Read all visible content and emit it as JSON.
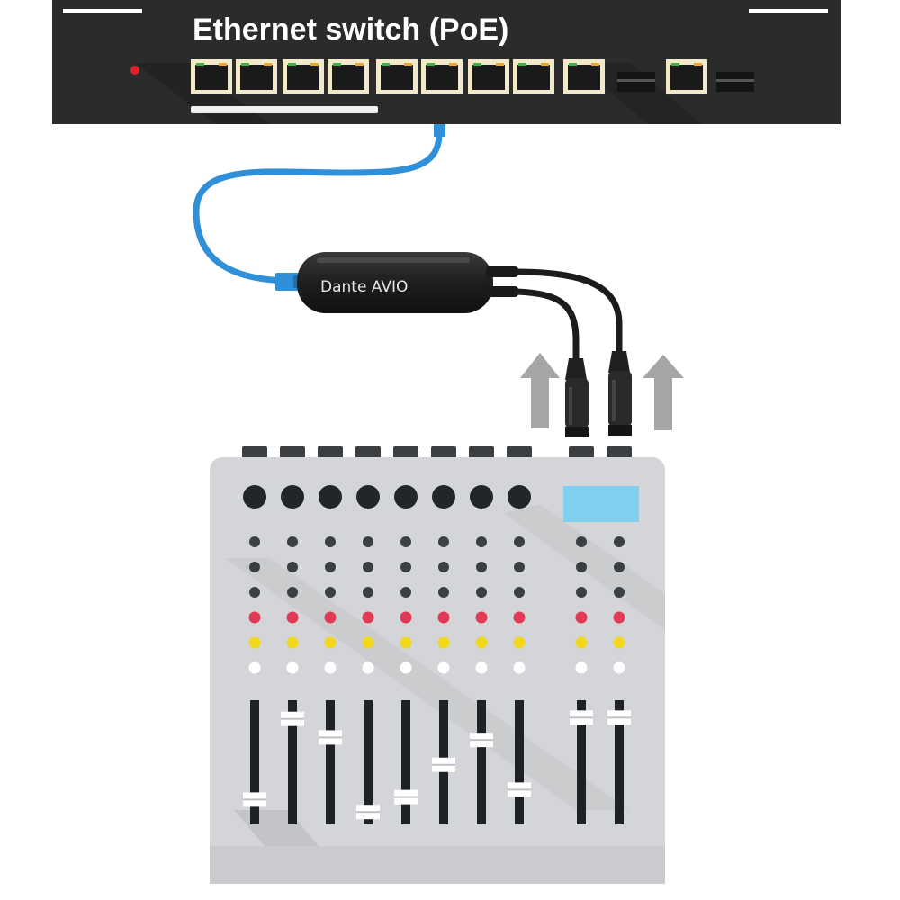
{
  "switch": {
    "title": "Ethernet switch (PoE)",
    "rj45_port_count": 10,
    "sfp_slot_count": 2
  },
  "adapter": {
    "label": "Dante AVIO"
  },
  "cable": {
    "color": "#2f8fd8"
  },
  "mixer": {
    "channel_count": 8,
    "master_column_count": 2,
    "fader_levels": [
      0.2,
      0.85,
      0.7,
      0.1,
      0.22,
      0.48,
      0.68,
      0.28
    ],
    "master_fader_levels": [
      0.86,
      0.86
    ]
  },
  "colors": {
    "switch_body": "#2b2b2b",
    "port_frame": "#f2e9c8",
    "port_led_green": "#3cb34a",
    "port_led_amber": "#f0a623",
    "mixer_body": "#d3d5d8",
    "knob_red": "#e23a55",
    "knob_yellow": "#f2d81c",
    "display_screen": "#7fd0ef",
    "arrow_gray": "#a6a6a6"
  }
}
